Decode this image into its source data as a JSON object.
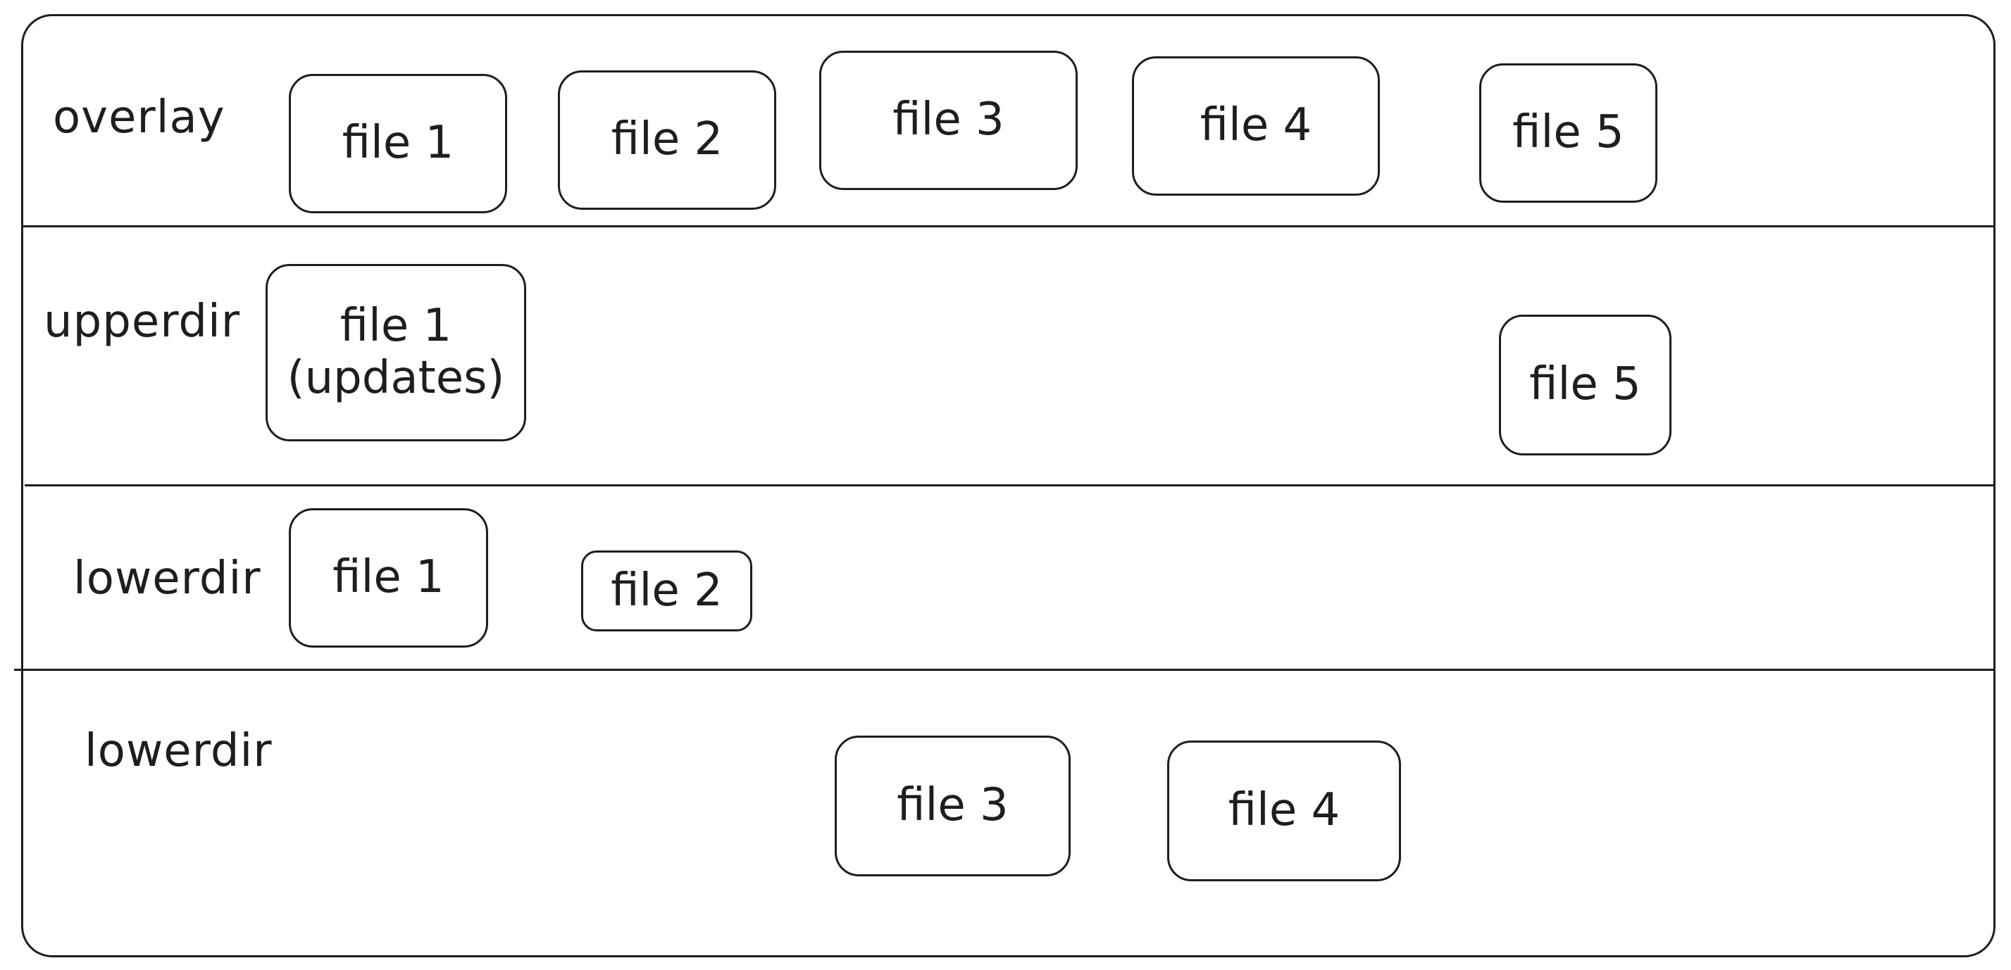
{
  "layers": {
    "overlay": {
      "label": "overlay",
      "files": [
        "file 1",
        "file 2",
        "file 3",
        "file 4",
        "file 5"
      ]
    },
    "upperdir": {
      "label": "upperdir",
      "file1_line1": "file 1",
      "file1_line2": "(updates)",
      "file5": "file 5"
    },
    "lowerdir_1": {
      "label": "lowerdir",
      "files": [
        "file 1",
        "file 2"
      ]
    },
    "lowerdir_2": {
      "label": "lowerdir",
      "files": [
        "file 3",
        "file 4"
      ]
    }
  },
  "colors": {
    "stroke": "#1e1e1e",
    "background": "#ffffff"
  }
}
